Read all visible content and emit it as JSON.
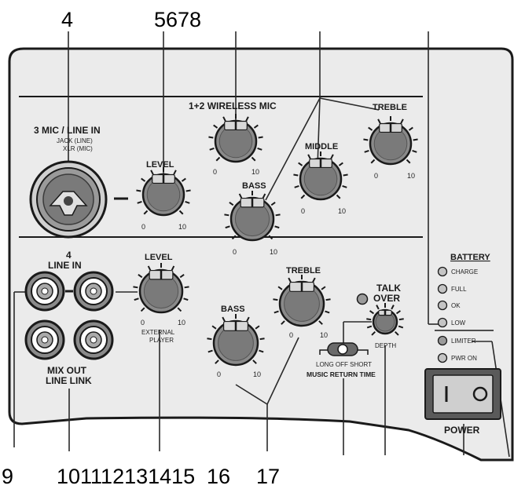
{
  "callouts": {
    "top_4": "4",
    "top_5678": "5678",
    "bottom_9": "9",
    "bottom_10to15": "101112131415",
    "bottom_16": "16",
    "bottom_17": "17"
  },
  "mic_section": {
    "title": "3 MIC / LINE IN",
    "sub1": "JACK (LINE)",
    "sub2": "XLR (MIC)",
    "level": "LEVEL",
    "min": "0",
    "max": "10"
  },
  "wireless": {
    "title": "1+2 WIRELESS MIC",
    "bass": "BASS",
    "middle": "MIDDLE",
    "treble": "TREBLE",
    "min": "0",
    "max": "10"
  },
  "line_in": {
    "number": "4",
    "title": "LINE IN",
    "level": "LEVEL",
    "ext1": "EXTERNAL",
    "ext2": "PLAYER",
    "min": "0",
    "max": "10"
  },
  "mix_out": {
    "line1": "MIX OUT",
    "line2": "LINE LINK"
  },
  "music_eq": {
    "bass": "BASS",
    "treble": "TREBLE",
    "min": "0",
    "max": "10"
  },
  "talkover": {
    "line1": "TALK",
    "line2": "OVER",
    "depth": "DEPTH",
    "switch": "LONG OFF SHORT",
    "return": "MUSIC RETURN TIME"
  },
  "battery": {
    "title": "BATTERY",
    "charge": "CHARGE",
    "full": "FULL",
    "ok": "OK",
    "low": "LOW",
    "limiter": "LIMITER",
    "pwr": "PWR ON"
  },
  "power": {
    "label": "POWER"
  },
  "colors": {
    "panel": "#ebebeb",
    "outline": "#1a1a1a",
    "knob": "#8a8a8a"
  }
}
